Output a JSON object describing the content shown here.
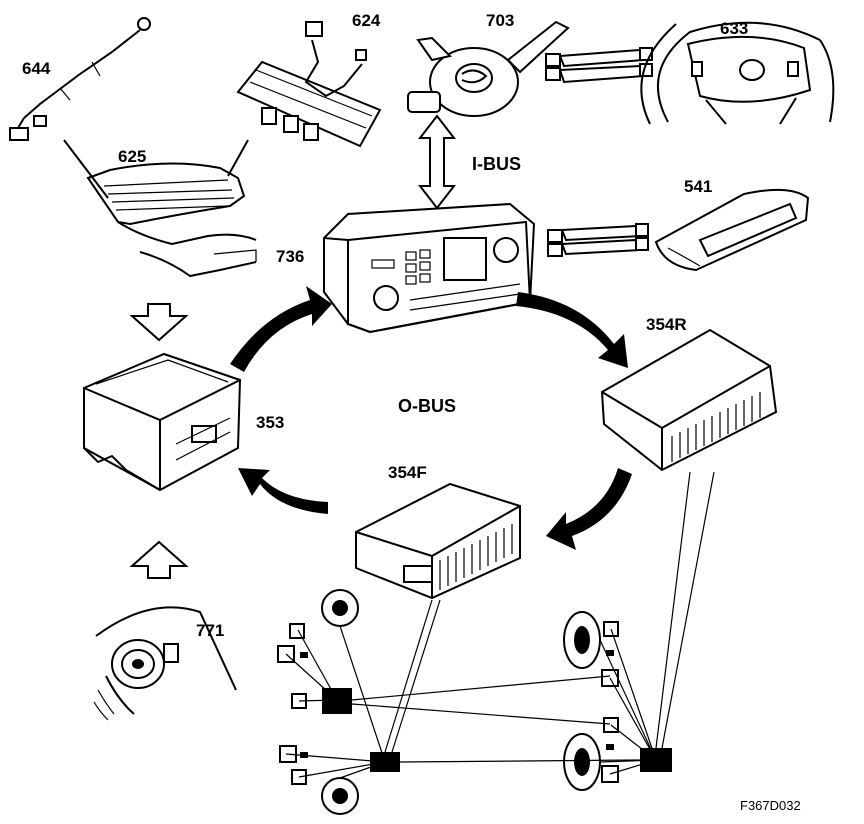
{
  "components": {
    "c644": "644",
    "c624": "624",
    "c703": "703",
    "c633": "633",
    "c625": "625",
    "c541": "541",
    "c736": "736",
    "c354R": "354R",
    "c353": "353",
    "c354F": "354F",
    "c771": "771"
  },
  "buses": {
    "ibus": "I-BUS",
    "obus": "O-BUS"
  },
  "figure_code": "F367D032"
}
